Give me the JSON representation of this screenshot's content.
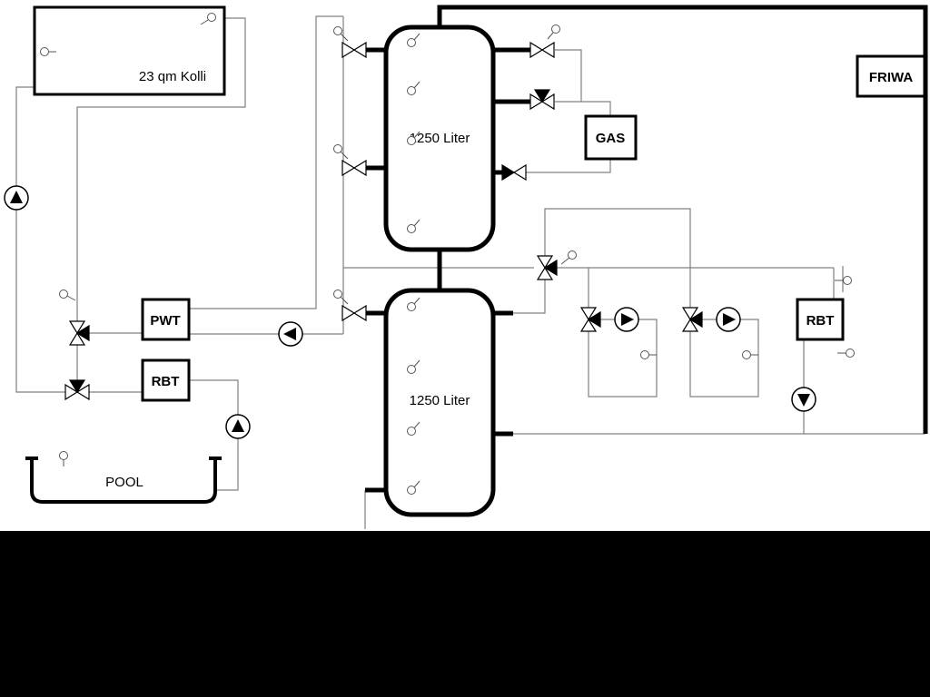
{
  "diagram": {
    "type": "hydraulic-scheme",
    "background": "#ffffff",
    "footer_band_color": "#000000",
    "thin_line_color": "#808080",
    "pipe_color": "#000000",
    "labels": {
      "collector": "23 qm Kolli",
      "buffer_tank_top": "1250 Liter",
      "buffer_tank_bottom": "1250 Liter",
      "gas_boiler": "GAS",
      "friwa": "FRIWA",
      "pwt": "PWT",
      "rbt_left": "RBT",
      "rbt_right": "RBT",
      "pool": "POOL"
    }
  }
}
